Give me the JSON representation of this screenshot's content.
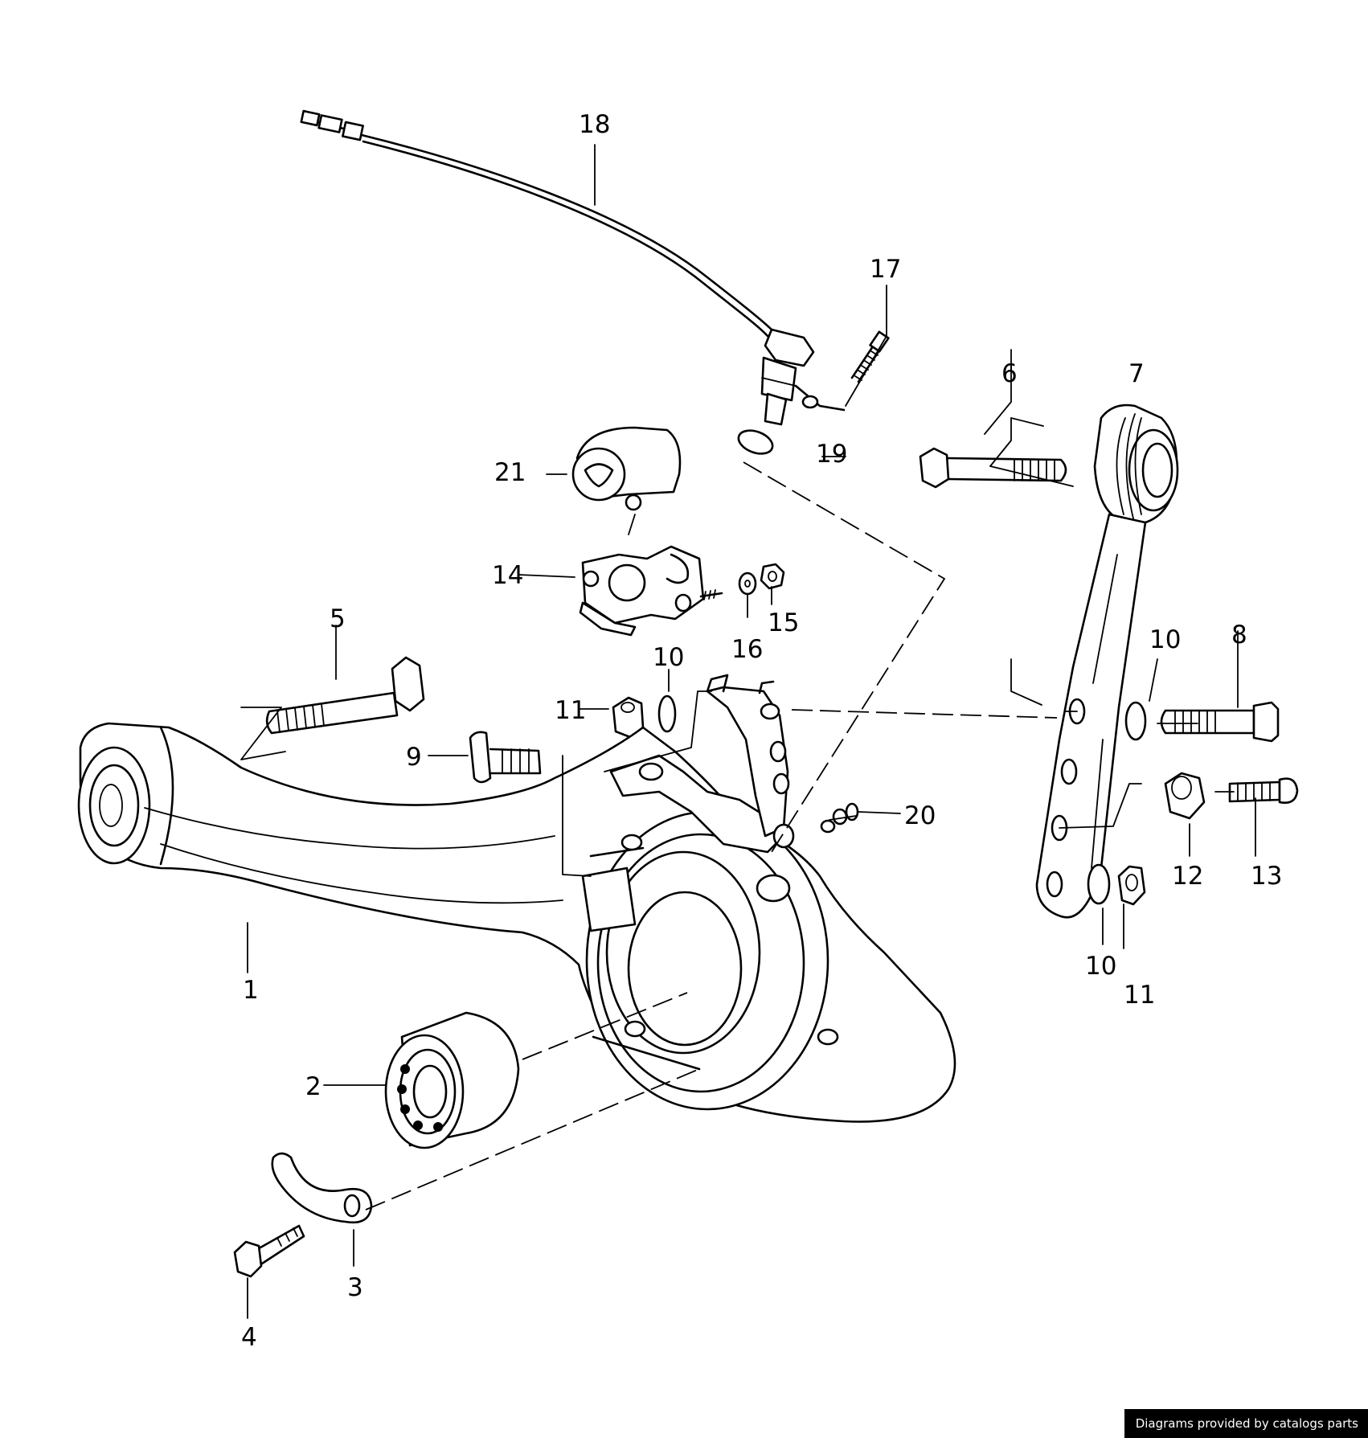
{
  "credit": "Diagrams provided by catalogs parts",
  "callouts": [
    {
      "id": "1",
      "label": "1"
    },
    {
      "id": "2",
      "label": "2"
    },
    {
      "id": "3",
      "label": "3"
    },
    {
      "id": "4",
      "label": "4"
    },
    {
      "id": "5",
      "label": "5"
    },
    {
      "id": "6",
      "label": "6"
    },
    {
      "id": "7",
      "label": "7"
    },
    {
      "id": "8",
      "label": "8"
    },
    {
      "id": "9",
      "label": "9"
    },
    {
      "id": "10a",
      "label": "10"
    },
    {
      "id": "10b",
      "label": "10"
    },
    {
      "id": "10c",
      "label": "10"
    },
    {
      "id": "11a",
      "label": "11"
    },
    {
      "id": "11b",
      "label": "11"
    },
    {
      "id": "12",
      "label": "12"
    },
    {
      "id": "13",
      "label": "13"
    },
    {
      "id": "14",
      "label": "14"
    },
    {
      "id": "15",
      "label": "15"
    },
    {
      "id": "16",
      "label": "16"
    },
    {
      "id": "17",
      "label": "17"
    },
    {
      "id": "18",
      "label": "18"
    },
    {
      "id": "19",
      "label": "19"
    },
    {
      "id": "20",
      "label": "20"
    },
    {
      "id": "21",
      "label": "21"
    }
  ]
}
